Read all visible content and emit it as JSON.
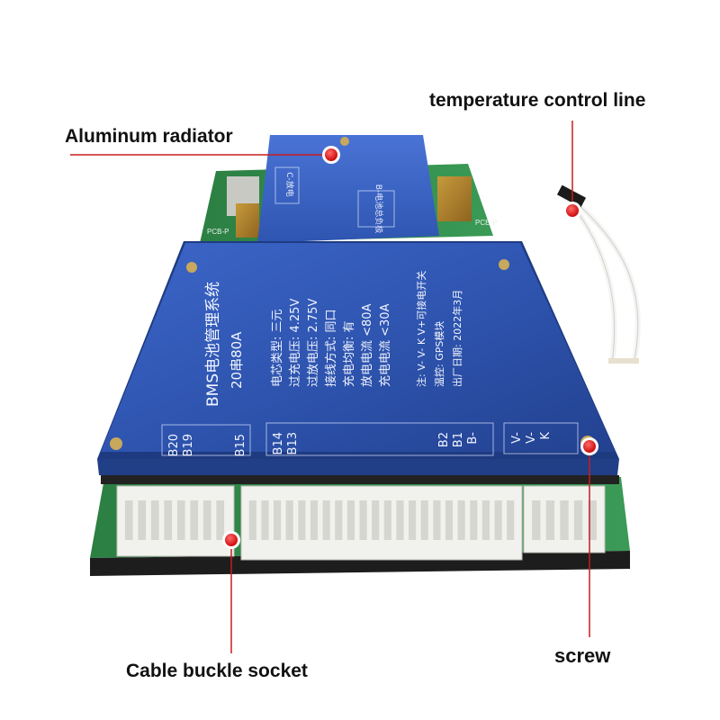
{
  "callouts": {
    "aluminum_radiator": "Aluminum radiator",
    "temperature_control_line": "temperature control line",
    "cable_buckle_socket": "Cable buckle socket",
    "screw": "screw"
  },
  "board_print": {
    "title": "BMS电池管理系统",
    "model": "20串80A",
    "lines": [
      "电芯类型: 三元",
      "过充电压: 4.25V",
      "过放电压: 2.75V",
      "接线方式: 同口",
      "充电均衡: 有",
      "放电电流 <80A",
      "充电电流 <30A"
    ],
    "notes": [
      "注: V- V- K V+可接电开关",
      "温控: GPS模块",
      "出厂日期: 2022年3月"
    ],
    "top_labels": [
      "C-放电",
      "B-电池总负极"
    ],
    "terminal_labels": [
      "B20",
      "B19",
      "B15",
      "B14",
      "B13",
      "B2",
      "B1",
      "B-",
      "V-",
      "V-",
      "K"
    ]
  },
  "colors": {
    "radiator_blue": "#2f56b3",
    "pcb_green": "#2f8a4a",
    "connector_white": "#f1f1ee",
    "marker_red": "#e01b1b",
    "leader_line": "#c81d1d"
  }
}
